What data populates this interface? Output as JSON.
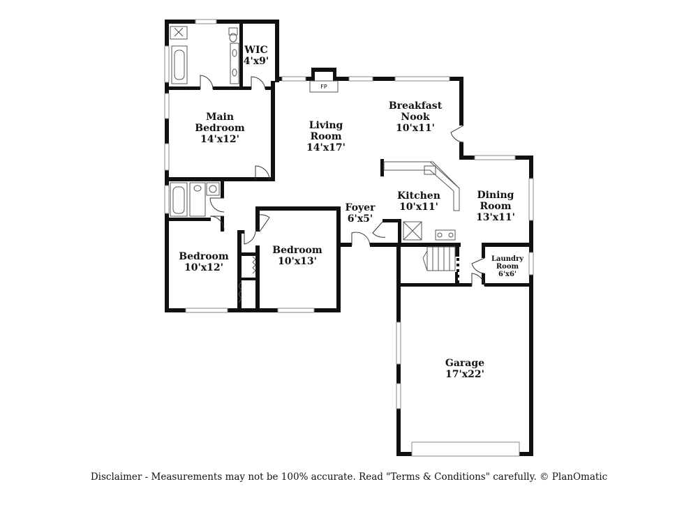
{
  "rooms": {
    "wic": {
      "name": "WIC",
      "size": "4'x9'"
    },
    "main_bedroom": {
      "name1": "Main",
      "name2": "Bedroom",
      "size": "14'x12'"
    },
    "living_room": {
      "name1": "Living",
      "name2": "Room",
      "size": "14'x17'"
    },
    "breakfast_nook": {
      "name1": "Breakfast",
      "name2": "Nook",
      "size": "10'x11'"
    },
    "kitchen": {
      "name": "Kitchen",
      "size": "10'x11'"
    },
    "dining_room": {
      "name1": "Dining",
      "name2": "Room",
      "size": "13'x11'"
    },
    "foyer": {
      "name": "Foyer",
      "size": "6'x5'"
    },
    "bedroom_left": {
      "name": "Bedroom",
      "size": "10'x12'"
    },
    "bedroom_center": {
      "name": "Bedroom",
      "size": "10'x13'"
    },
    "laundry_room": {
      "name1": "Laundry",
      "name2": "Room",
      "size": "6'x6'"
    },
    "garage": {
      "name": "Garage",
      "size": "17'x22'"
    }
  },
  "fireplace_label": "FP",
  "disclaimer": "Disclaimer - Measurements may not be 100% accurate. Read \"Terms & Conditions\" carefully. © PlanOmatic"
}
